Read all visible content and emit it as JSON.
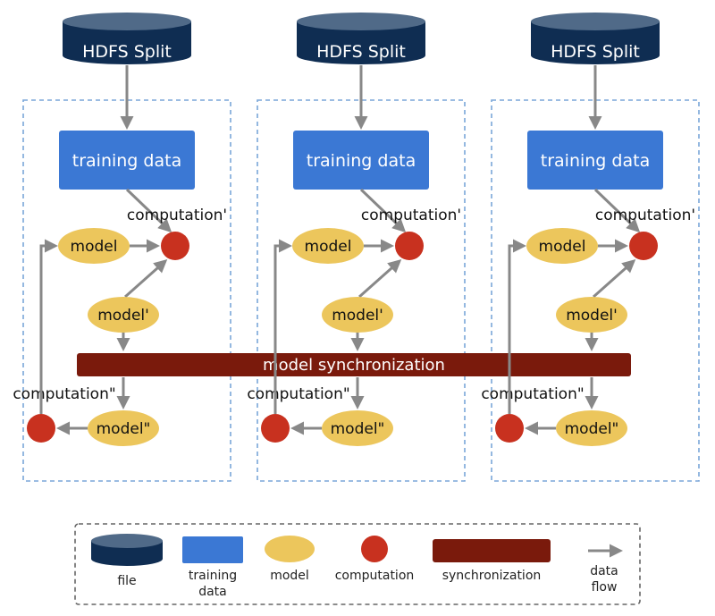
{
  "nodes": {
    "split": "HDFS Split",
    "training": "training data",
    "model": "model",
    "model_prime": "model'",
    "model_double": "model\"",
    "computation_prime": "computation'",
    "computation_double": "computation\""
  },
  "sync": {
    "label": "model synchronization"
  },
  "legend": {
    "file": "file",
    "training_line1": "training",
    "training_line2": "data",
    "model": "model",
    "computation": "computation",
    "synchronization": "synchronization",
    "flow_line1": "data",
    "flow_line2": "flow"
  },
  "colors": {
    "file": "#0f2d52",
    "training": "#3b78d4",
    "model": "#ecc65c",
    "computation": "#c8311f",
    "sync": "#7a1a0c",
    "arrow": "#888888",
    "dashed_border": "#7aa6d8",
    "legend_border": "#666666"
  }
}
